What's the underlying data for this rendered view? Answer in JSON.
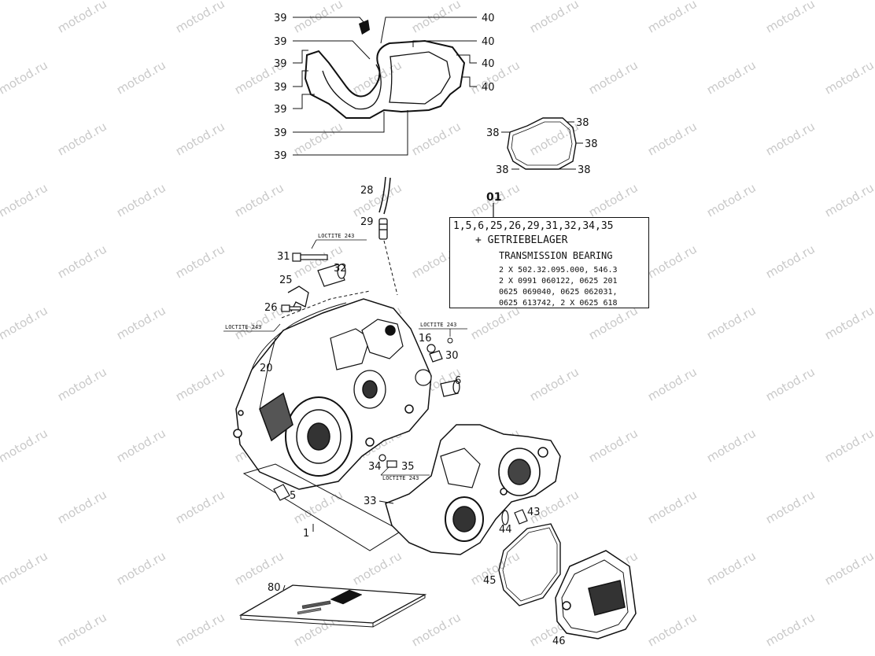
{
  "watermark": "motod.ru",
  "kit": {
    "number": "01",
    "lines": [
      "1,5,6,25,26,29,31,32,34,35",
      "+ GETRIEBELAGER",
      "TRANSMISSION BEARING",
      "2 X 502.32.095.000, 546.3",
      "2 X 0991 060122, 0625 201",
      "0625 069040, 0625 062031,",
      "0625 613742, 2 X 0625 618"
    ]
  },
  "loctite": "LOCTITE 243",
  "callouts": {
    "c39": "39",
    "c40": "40",
    "c38": "38",
    "c28": "28",
    "c29": "29",
    "c31": "31",
    "c32": "32",
    "c25": "25",
    "c26": "26",
    "c20": "20",
    "c16": "16",
    "c30": "30",
    "c6": "6",
    "c34": "34",
    "c35": "35",
    "c5": "5",
    "c1": "1",
    "c33": "33",
    "c43": "43",
    "c44": "44",
    "c45": "45",
    "c46": "46",
    "c80": "80"
  }
}
